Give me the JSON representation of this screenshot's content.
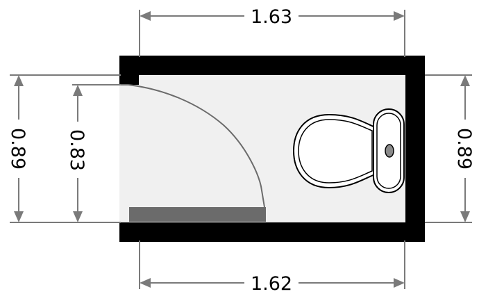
{
  "dimensions": {
    "top_width": "1.63",
    "bottom_width": "1.62",
    "left_outer_height": "0.89",
    "left_inner_height": "0.83",
    "right_height": "0.89"
  },
  "fixtures": {
    "toilet_icon": "toilet-icon",
    "door_icon": "door-swing-icon"
  },
  "colors": {
    "wall": "#000000",
    "floor": "#f0f0f0",
    "dimension_line": "#7a7a7a",
    "door_leaf": "#6b6b6b"
  }
}
